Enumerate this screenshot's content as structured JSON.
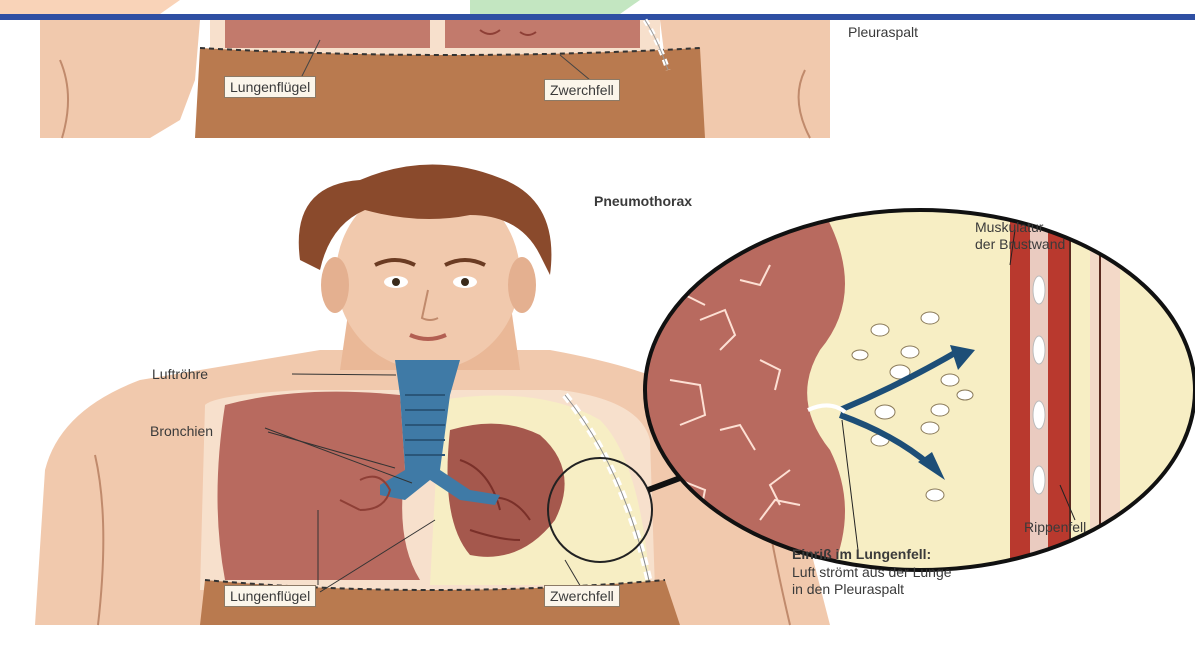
{
  "colors": {
    "skin": "#f1c9ad",
    "skin_shadow": "#d9a488",
    "hair": "#8a4a2c",
    "lung": "#b86a5f",
    "lung_dark": "#8e3f36",
    "pleural_air": "#f7eec4",
    "trachea": "#3f7aa6",
    "muscle": "#b9392e",
    "abdomen": "#a6673d",
    "top_banner_orange": "#f4a46a",
    "top_banner_green": "#8fcf8f",
    "top_banner_bar": "#2f4fa3"
  },
  "labels": {
    "top_pleuraspalt": "Pleuraspalt",
    "top_lungenfluegel": "Lungenflügel",
    "top_zwerchfell": "Zwerchfell",
    "title": "Pneumothorax",
    "muskulatur": "Muskulatur\nder Brustwand",
    "luftroehre": "Luftröhre",
    "bronchien": "Bronchien",
    "rippenfell": "Rippenfell",
    "einriss_title": "Einriß im Lungenfell:",
    "einriss_body": "Luft strömt aus der Lunge\nin den Pleuraspalt",
    "bottom_lungenfluegel": "Lungenflügel",
    "bottom_zwerchfell": "Zwerchfell"
  }
}
